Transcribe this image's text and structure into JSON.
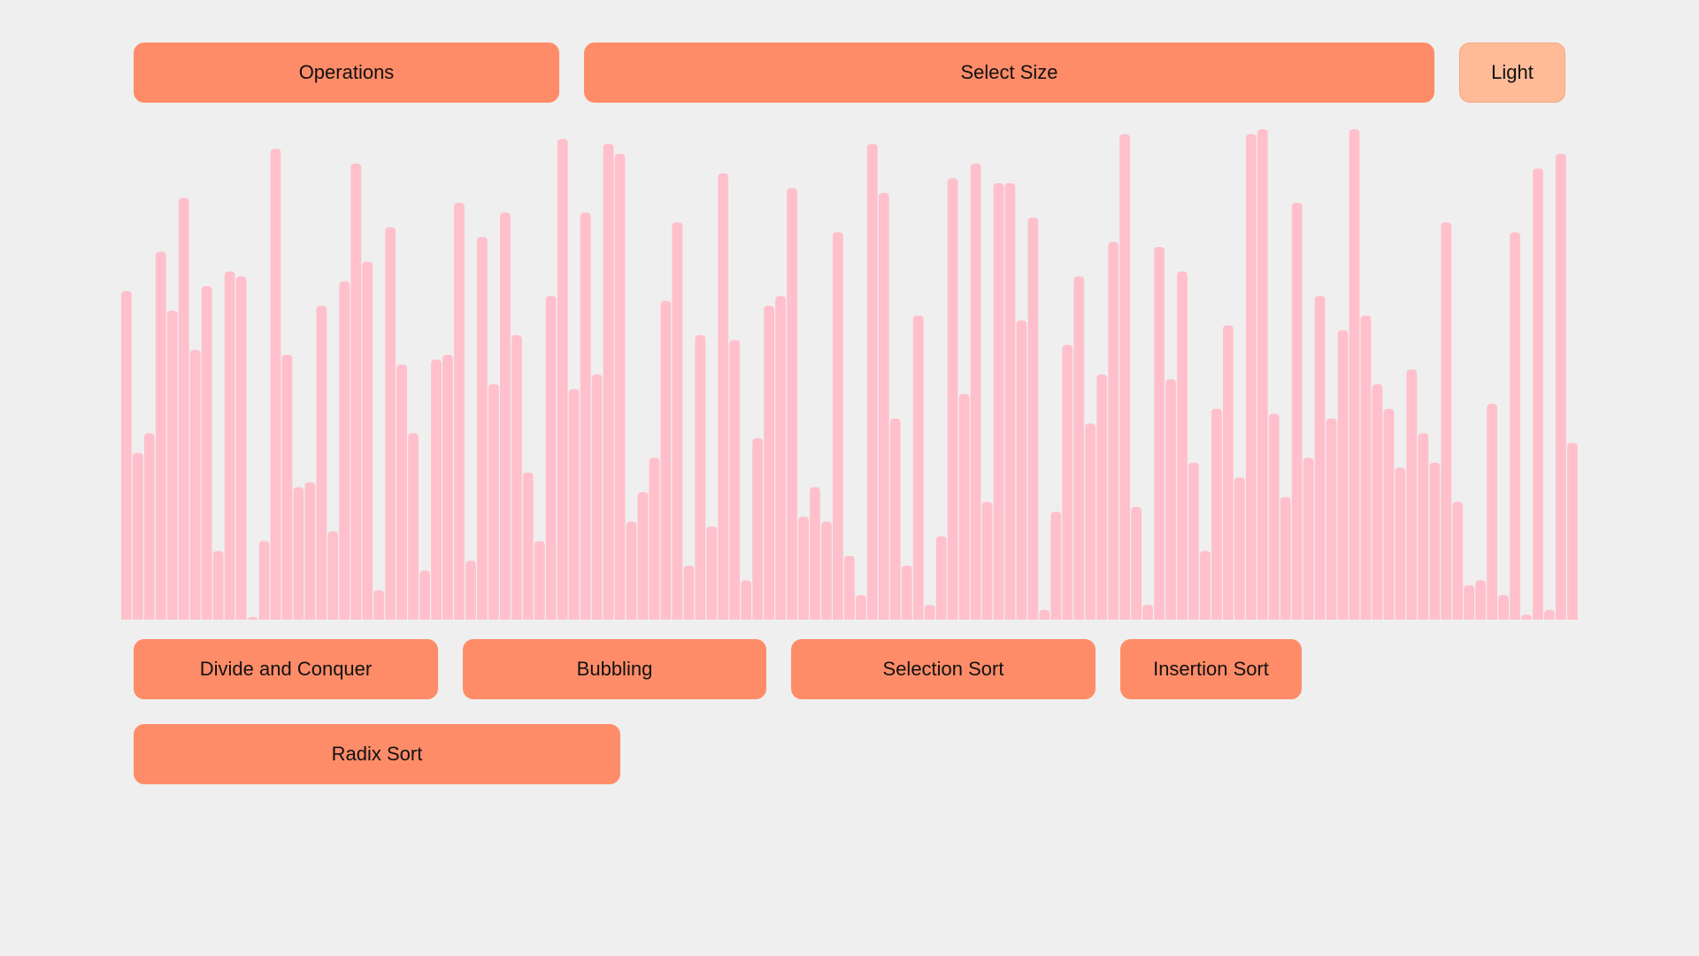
{
  "toolbar": {
    "operations_label": "Operations",
    "select_size_label": "Select Size",
    "theme_label": "Light"
  },
  "algorithms": {
    "merge_label": "Divide and Conquer",
    "bubble_label": "Bubbling",
    "selection_label": "Selection Sort",
    "insertion_label": "Insertion Sort",
    "radix_label": "Radix Sort"
  },
  "colors": {
    "background": "#efefef",
    "button": "#ff8c69",
    "theme_button": "#ffbb98",
    "bar": "#ffc0cb"
  },
  "array": {
    "max": 100,
    "values": [
      67,
      34,
      38,
      75,
      63,
      86,
      55,
      68,
      14,
      71,
      70,
      0,
      16,
      96,
      54,
      27,
      28,
      64,
      18,
      69,
      93,
      73,
      6,
      80,
      52,
      38,
      10,
      53,
      54,
      85,
      12,
      78,
      48,
      83,
      58,
      30,
      16,
      66,
      98,
      47,
      83,
      50,
      97,
      95,
      20,
      26,
      33,
      65,
      81,
      11,
      58,
      19,
      91,
      57,
      8,
      37,
      64,
      66,
      88,
      21,
      27,
      20,
      79,
      13,
      5,
      97,
      87,
      41,
      11,
      62,
      3,
      17,
      90,
      46,
      93,
      24,
      89,
      89,
      61,
      82,
      2,
      22,
      56,
      70,
      40,
      50,
      77,
      99,
      23,
      3,
      76,
      49,
      71,
      32,
      14,
      43,
      60,
      29,
      99,
      100,
      42,
      25,
      85,
      33,
      66,
      41,
      59,
      100,
      62,
      48,
      43,
      31,
      51,
      38,
      32,
      81,
      24,
      7,
      8,
      44,
      5,
      79,
      1,
      92,
      2,
      95,
      36
    ]
  }
}
